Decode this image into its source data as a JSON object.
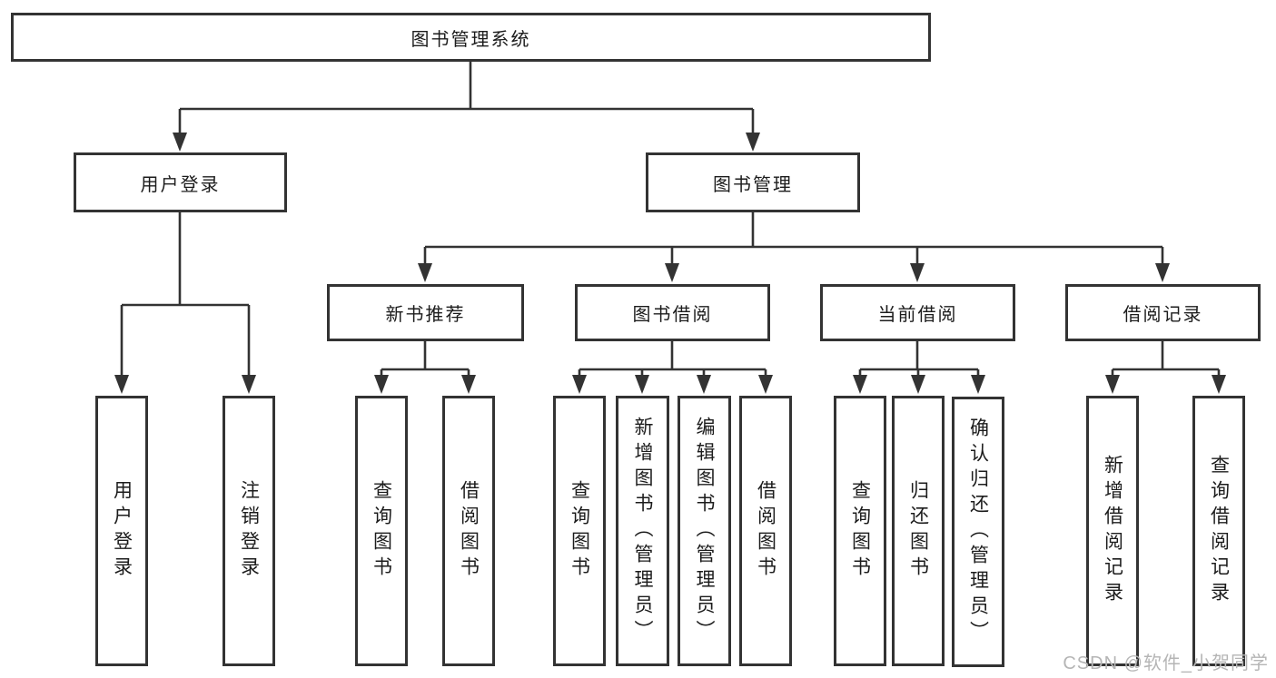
{
  "diagram": {
    "root": "图书管理系统",
    "user_branch": {
      "label": "用户登录",
      "children": [
        "用户登录",
        "注销登录"
      ]
    },
    "book_branch": {
      "label": "图书管理",
      "sections": [
        {
          "label": "新书推荐",
          "children": [
            "查询图书",
            "借阅图书"
          ]
        },
        {
          "label": "图书借阅",
          "children": [
            "查询图书",
            "新增图书（管理员）",
            "编辑图书（管理员）",
            "借阅图书"
          ]
        },
        {
          "label": "当前借阅",
          "children": [
            "查询图书",
            "归还图书",
            "确认归还（管理员）"
          ]
        },
        {
          "label": "借阅记录",
          "children": [
            "新增借阅记录",
            "查询借阅记录"
          ]
        }
      ]
    }
  },
  "watermark": "CSDN @软件_小贺同学",
  "colors": {
    "line": "#333333",
    "text": "#1c1c1c",
    "watermark": "#b5b5b5",
    "background": "#ffffff"
  }
}
